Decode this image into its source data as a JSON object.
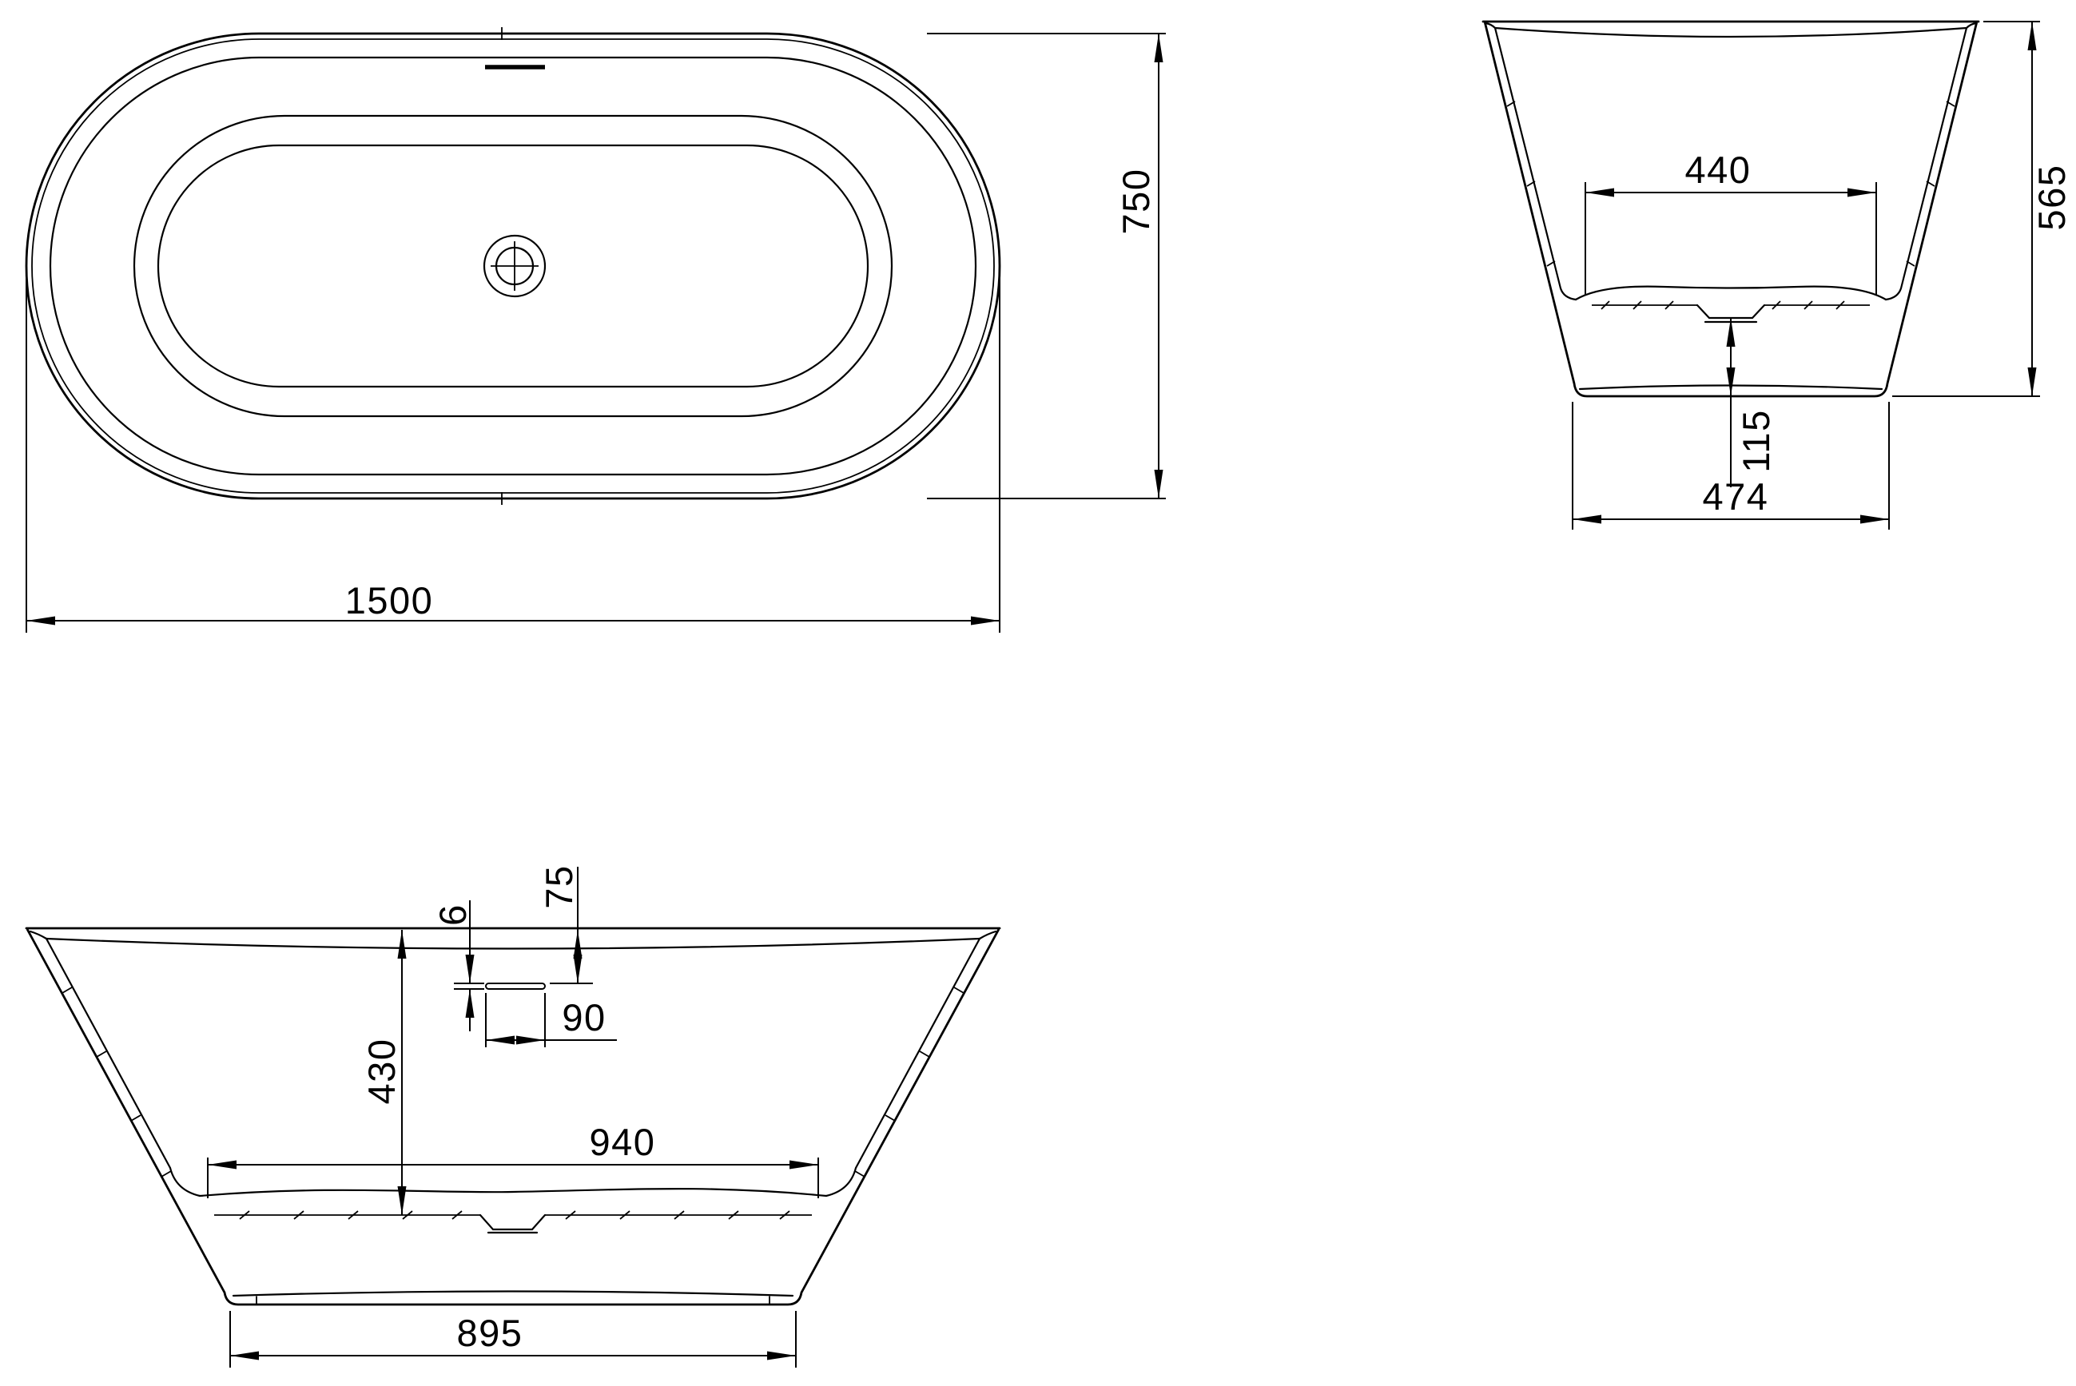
{
  "drawing": {
    "background": "#ffffff",
    "line_color": "#000000",
    "plan_view": {
      "length": "1500",
      "width": "750"
    },
    "end_view": {
      "floor_width": "440",
      "height": "565",
      "drain_base_offset": "115",
      "base_width": "474"
    },
    "front_view": {
      "overflow_slot_thickness": "6",
      "overflow_top_offset": "75",
      "overflow_slot_width": "90",
      "inner_depth": "430",
      "floor_length": "940",
      "base_length": "895"
    }
  }
}
